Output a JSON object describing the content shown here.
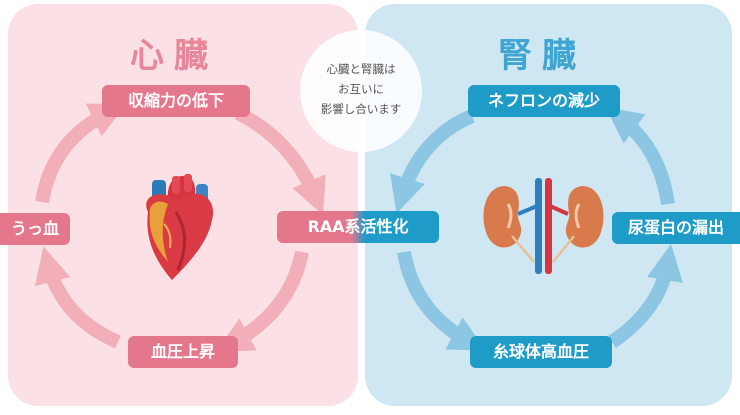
{
  "heart_section": {
    "title": "心臓",
    "labels": {
      "top": "収縮力の低下",
      "left": "うっ血",
      "bottom": "血圧上昇"
    }
  },
  "kidney_section": {
    "title": "腎臓",
    "labels": {
      "top": "ネフロンの減少",
      "right": "尿蛋白の漏出",
      "bottom": "糸球体高血圧"
    }
  },
  "center": {
    "label": "RAA系活性化",
    "bubble_lines": [
      "心臓と腎臓は",
      "お互いに",
      "影響し合います"
    ]
  },
  "colors": {
    "heart_panel": "#fbe1e5",
    "kidney_panel": "#cfe6f3",
    "heart_accent": "#e5778c",
    "kidney_accent": "#1f9bc8"
  },
  "icons": [
    "heart-illustration-icon",
    "kidney-illustration-icon"
  ]
}
